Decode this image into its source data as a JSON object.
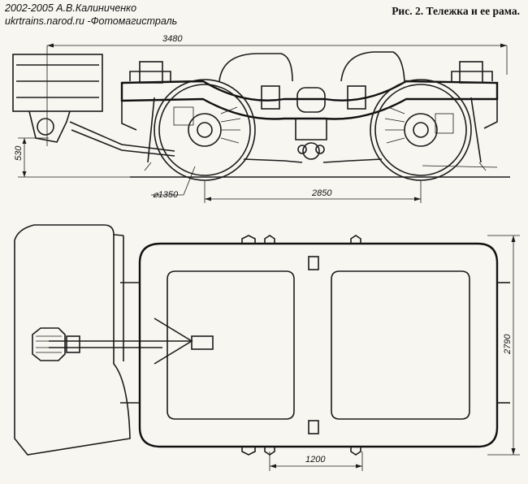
{
  "header": {
    "credit_line1": "2002-2005 А.В.Калиниченко",
    "credit_line2": "ukrtrains.narod.ru -Фотомагистраль",
    "caption": "Рис. 2. Тележка и ее рама."
  },
  "dimensions": {
    "overall_length": "3480",
    "height": "530",
    "wheel_diameter": "⌀1350",
    "wheelbase": "2850",
    "frame_width": "2790",
    "center_offset": "1200"
  }
}
